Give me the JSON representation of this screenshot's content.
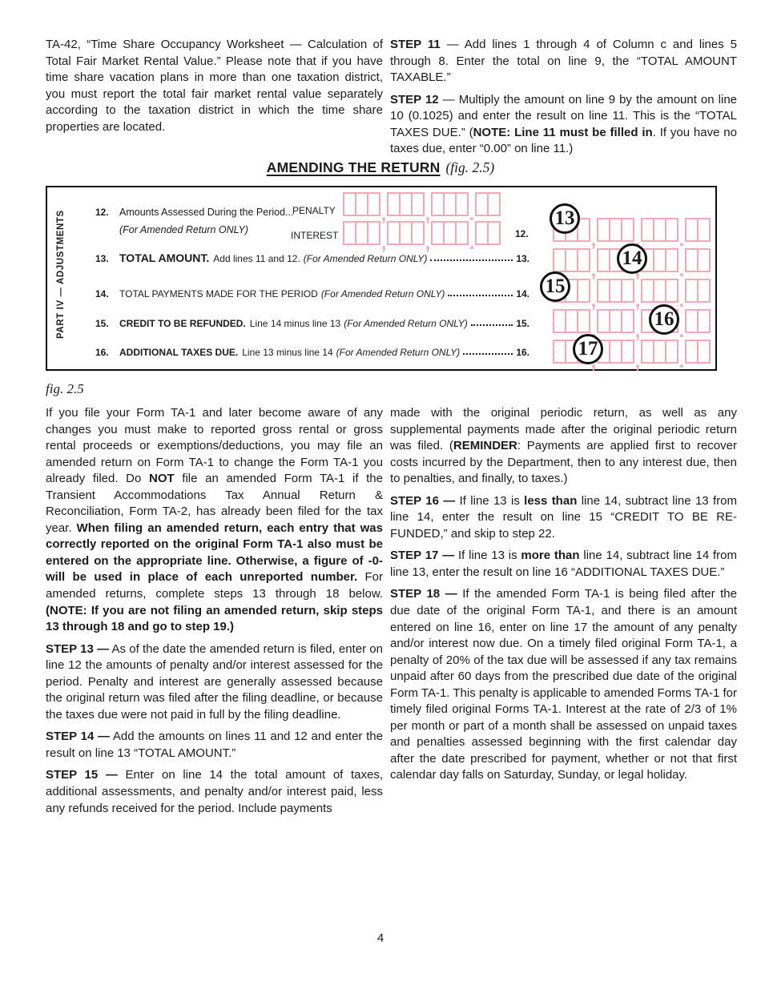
{
  "page_number": "4",
  "colors": {
    "pink_box": "#f2a9b6",
    "text": "#1b1b1b"
  },
  "heading": {
    "title": "AMENDING THE RETURN",
    "fig_ref": "(fig. 2.5)"
  },
  "fig_caption": "fig. 2.5",
  "intro": {
    "left": [
      [
        {
          "t": "TA-42, “Time Share Occupancy Worksheet — Calculation of Total Fair Market Rental Value.” Please note that if you have time share vacation plans in more than one taxation district, you must report the total fair market rental value separately according to the taxation district in which the time share properties are located."
        }
      ]
    ],
    "right": [
      [
        {
          "t": "STEP 11",
          "b": true
        },
        {
          "t": " — Add lines 1 through 4 of Column c and lines 5 through 8. Enter the total on line 9, the “TOTAL AMOUNT TAXABLE.”"
        }
      ],
      [
        {
          "t": "STEP 12",
          "b": true
        },
        {
          "t": " — Multiply the amount on line 9 by the amount on line 10 (0.1025) and enter the result on line 11.  This is the “TOTAL TAXES DUE.” ("
        },
        {
          "t": "NOTE: Line 11 must be filled in",
          "b": true
        },
        {
          "t": ". If you have no taxes due, enter “0.00” on line 11.)"
        }
      ]
    ]
  },
  "figure": {
    "part_label": "PART IV — ADJUSTMENTS",
    "line12": {
      "num": "12.",
      "text": "Amounts Assessed During the Period...",
      "italic": "(For Amended Return ONLY)",
      "penalty_label": "PENALTY",
      "interest_label": "INTEREST",
      "right_num": "12."
    },
    "lines": [
      {
        "num": "13.",
        "title": "TOTAL AMOUNT.",
        "desc": "Add lines 11 and 12.",
        "italic": "(For Amended Return ONLY)",
        "right_num": "13."
      },
      {
        "num": "14.",
        "title": "",
        "desc": "TOTAL PAYMENTS MADE FOR THE PERIOD",
        "italic": "(For Amended Return ONLY)",
        "right_num": "14."
      },
      {
        "num": "15.",
        "title": "CREDIT TO BE REFUNDED.",
        "desc": "Line 14 minus line 13",
        "italic": "(For Amended Return ONLY)",
        "right_num": "15."
      },
      {
        "num": "16.",
        "title": "ADDITIONAL TAXES DUE.",
        "desc": "Line 13 minus line 14",
        "italic": "(For Amended Return ONLY)",
        "right_num": "16."
      }
    ],
    "circles": [
      "13",
      "14",
      "15",
      "16",
      "17"
    ],
    "amount_row": {
      "groups": [
        3,
        3,
        3,
        2
      ],
      "separators": [
        ",",
        ",",
        "."
      ]
    }
  },
  "body": {
    "left": [
      [
        {
          "t": "If you file your Form TA-1 and later become aware of any changes you must make to reported gross rental or gross rental proceeds or exemptions/deductions, you may file an amended return on Form TA-1 to change the Form TA-1 you already filed. Do "
        },
        {
          "t": "NOT",
          "b": true
        },
        {
          "t": " file an amended Form TA-1 if the Transient Accommodations Tax Annual Return & Reconciliation, Form TA-2, has already been filed for the tax year. "
        },
        {
          "t": "When filing an amended return, each entry that was correctly reported on the original Form TA-1 also must be entered on the appropriate line. Otherwise, a figure of -0- will be used in place of each unreported number.",
          "b": true
        },
        {
          "t": " For amended returns, complete steps 13 through 18 below. "
        },
        {
          "t": "(NOTE:  If you are not filing an amended return, skip steps 13 through 18 and go to step 19.)",
          "b": true
        }
      ],
      [
        {
          "t": "STEP 13 —",
          "b": true
        },
        {
          "t": " As of the date the amended return is filed, enter on line 12 the amounts of penalty and/or interest assessed for the period. Penalty and interest are generally assessed because the original return was filed after the filing deadline, or because the taxes due were not paid in full by the filing deadline."
        }
      ],
      [
        {
          "t": "STEP 14 —",
          "b": true
        },
        {
          "t": " Add the amounts on lines 11 and 12 and enter the result on line 13 “TOTAL AMOUNT.”"
        }
      ],
      [
        {
          "t": "STEP 15 —",
          "b": true
        },
        {
          "t": " Enter on line 14 the total amount of taxes, additional assessments, and penalty and/or interest paid, less any refunds received for the period.  Include payments"
        }
      ]
    ],
    "right": [
      [
        {
          "t": "made with the original periodic return, as well as any supplemental payments made after the original periodic return was filed.  ("
        },
        {
          "t": "REMINDER",
          "b": true
        },
        {
          "t": ": Payments are applied first to recover costs incurred by the Department, then to any interest due, then to penalties, and finally, to taxes.)"
        }
      ],
      [
        {
          "t": "STEP 16 —",
          "b": true
        },
        {
          "t": " If line 13 is "
        },
        {
          "t": "less than",
          "b": true
        },
        {
          "t": " line 14, subtract line 13 from line 14, enter the result on line 15 “CREDIT TO BE RE-FUNDED,” and skip to step 22."
        }
      ],
      [
        {
          "t": "STEP 17 —",
          "b": true
        },
        {
          "t": " If line 13 is "
        },
        {
          "t": "more than",
          "b": true
        },
        {
          "t": " line 14, subtract line 14 from line 13, enter the result on line 16 “ADDITIONAL TAXES DUE.”"
        }
      ],
      [
        {
          "t": "STEP 18 —",
          "b": true
        },
        {
          "t": " If the amended Form TA-1 is being filed after the due date of the original Form TA-1, and there is an amount entered on line 16, enter on line 17 the amount of any penalty and/or interest now due.  On a timely filed original Form TA-1, a penalty of 20% of the tax due will be assessed if any tax remains unpaid after 60 days from the prescribed due date of the original Form TA-1. This penalty is applicable to amended Forms TA-1 for timely filed original Forms TA-1.  Interest at the rate of 2/3 of 1% per month or part of a month shall be assessed on unpaid taxes and penalties assessed beginning with the first calendar day after the date prescribed for payment, whether or not that first calendar day falls on Saturday, Sunday, or legal holiday."
        }
      ]
    ]
  }
}
